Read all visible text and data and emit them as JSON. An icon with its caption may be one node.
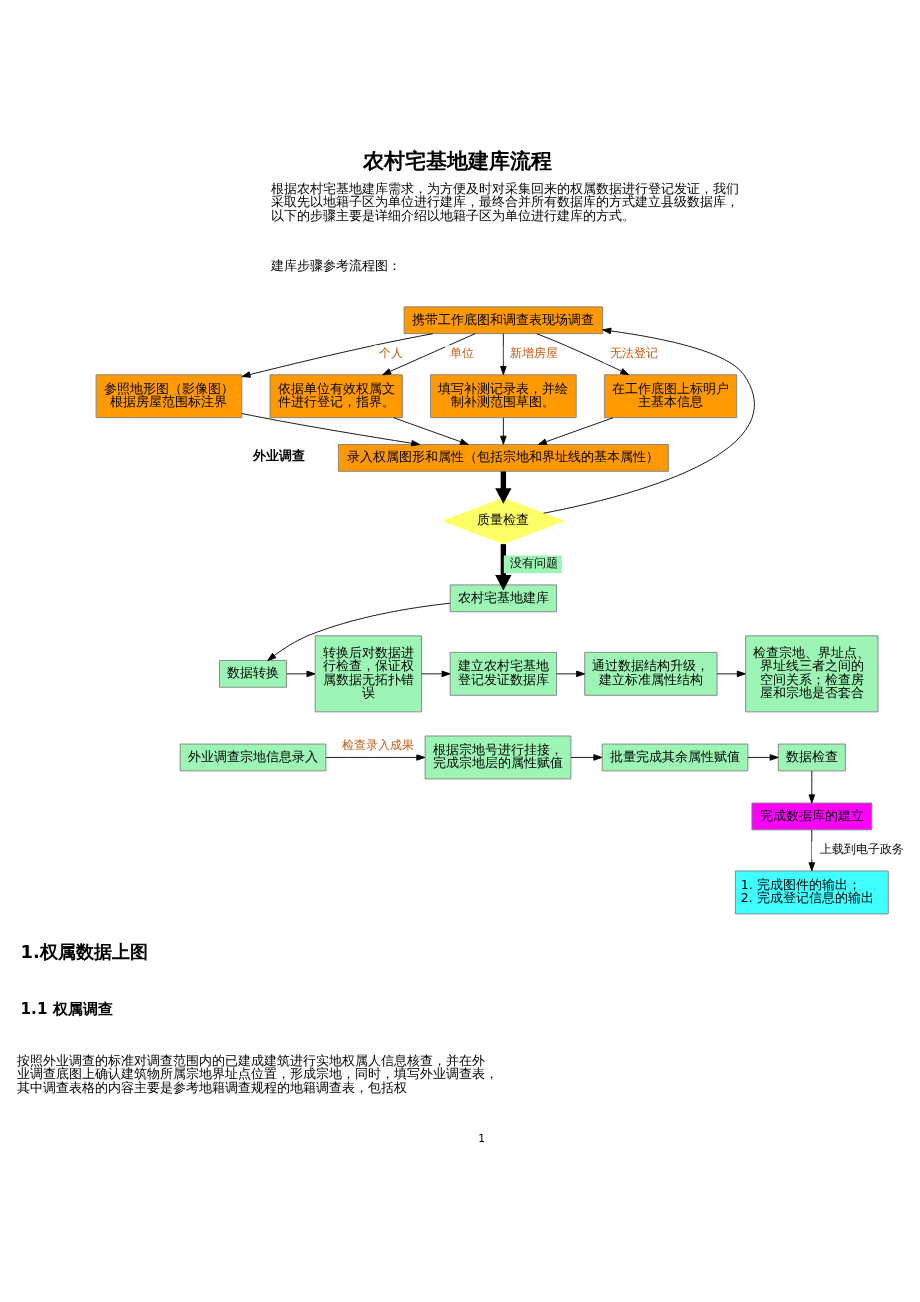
{
  "diagram": {
    "title": "农村宅基地建库流程",
    "nodes": [
      {
        "text": [
          "携带工作底图和调查表现场调查"
        ]
      },
      {
        "text": [
          "参照地形图（影像图）根据房屋范围标注界"
        ]
      },
      {
        "text": [
          "依据单位有效权属文件进行登记，指界。"
        ]
      },
      {
        "text": [
          "填写补测记录表，并绘制补测范围草图。"
        ]
      },
      {
        "text": [
          "在工作底图上标明户主基本信息"
        ]
      },
      {
        "text": [
          "录入权属图形和属性（包括宗地和界址线的基本属性）"
        ]
      },
      {
        "text": [
          "质量检查"
        ]
      },
      {
        "text": [
          "农村宅基地建库"
        ]
      },
      {
        "text": [
          "数据转换"
        ]
      },
      {
        "text": [
          "转换后对数据进行检查，保证权属数据无拓扑错误"
        ]
      },
      {
        "text": [
          "建立农村宅基地登记发证数据库"
        ]
      },
      {
        "text": [
          "通过数据结构升级，建立标准属性结构"
        ]
      },
      {
        "text": [
          "检查宗地、界址点、界址线三者之间的空间关系；检查房屋和宗地是否套合"
        ]
      },
      {
        "text": [
          "外业调查宗地信息录入"
        ]
      },
      {
        "text": [
          "根据宗地号进行挂接，完成宗地层的属性赋值"
        ]
      },
      {
        "text": [
          "批量完成其余属性赋值"
        ]
      },
      {
        "text": [
          "数据检查"
        ]
      },
      {
        "text": [
          "完成数据库的建立"
        ]
      },
      {
        "text": [
          "1. 完成图件的输出；",
          "2. 完成登记信息的输出"
        ]
      }
    ],
    "edges": [
      {
        "from": 0,
        "to": 1,
        "arrow": "to",
        "label": "个人"
      },
      {
        "from": 0,
        "to": 2,
        "arrow": "to",
        "label": "单位"
      },
      {
        "from": 0,
        "to": 3,
        "arrow": "to",
        "label": "新增房屋"
      },
      {
        "from": 0,
        "to": 4,
        "arrow": "to",
        "label": "无法登记"
      },
      {
        "from": 1,
        "to": 5,
        "arrow": "to"
      },
      {
        "from": 2,
        "to": 5,
        "arrow": "to"
      },
      {
        "from": 3,
        "to": 5,
        "arrow": "to"
      },
      {
        "from": 4,
        "to": 5,
        "arrow": "to"
      },
      {
        "from": 5,
        "to": 6,
        "arrow": "to",
        "style": "thick"
      },
      {
        "from": 6,
        "to": 0,
        "arrow": "to"
      },
      {
        "from": 6,
        "to": 7,
        "arrow": "to",
        "style": "thick",
        "label": "没有问题"
      },
      {
        "from": 7,
        "to": 8,
        "arrow": "to"
      },
      {
        "from": 8,
        "to": 9,
        "arrow": "to"
      },
      {
        "from": 9,
        "to": 10,
        "arrow": "to"
      },
      {
        "from": 10,
        "to": 11,
        "arrow": "to"
      },
      {
        "from": 11,
        "to": 12,
        "arrow": "to"
      },
      {
        "from": 13,
        "to": 14,
        "arrow": "to",
        "label": "检查录入成果"
      },
      {
        "from": 14,
        "to": 15,
        "arrow": "to"
      },
      {
        "from": 15,
        "to": 16,
        "arrow": "to"
      },
      {
        "from": 16,
        "to": 17,
        "arrow": "to"
      },
      {
        "from": 17,
        "to": 18,
        "arrow": "to",
        "label": "上载到电子政务"
      }
    ],
    "labels": [
      "根据农村宅基地建库需求，为方便及时对采集回来的权属数据进行登记发证，我们采取先以地籍子区为单位进行建库，最终合并所有数据库的方式建立县级数据库，以下的步骤主要是详细介绍以地籍子区为单位进行建库的方式。",
      "建库步骤参考流程图：",
      "外业调查",
      "1.权属数据上图",
      "1.1 权属调查",
      "按照外业调查的标准对调查范围内的已建成建筑进行实地权属人信息核查，并在外业调查底图上确认建筑物所属宗地界址点位置，形成宗地，同时，填写外业调查表，其中调查表格的内容主要是参考地籍调查规程的地籍调查表，包括权",
      "1"
    ]
  }
}
